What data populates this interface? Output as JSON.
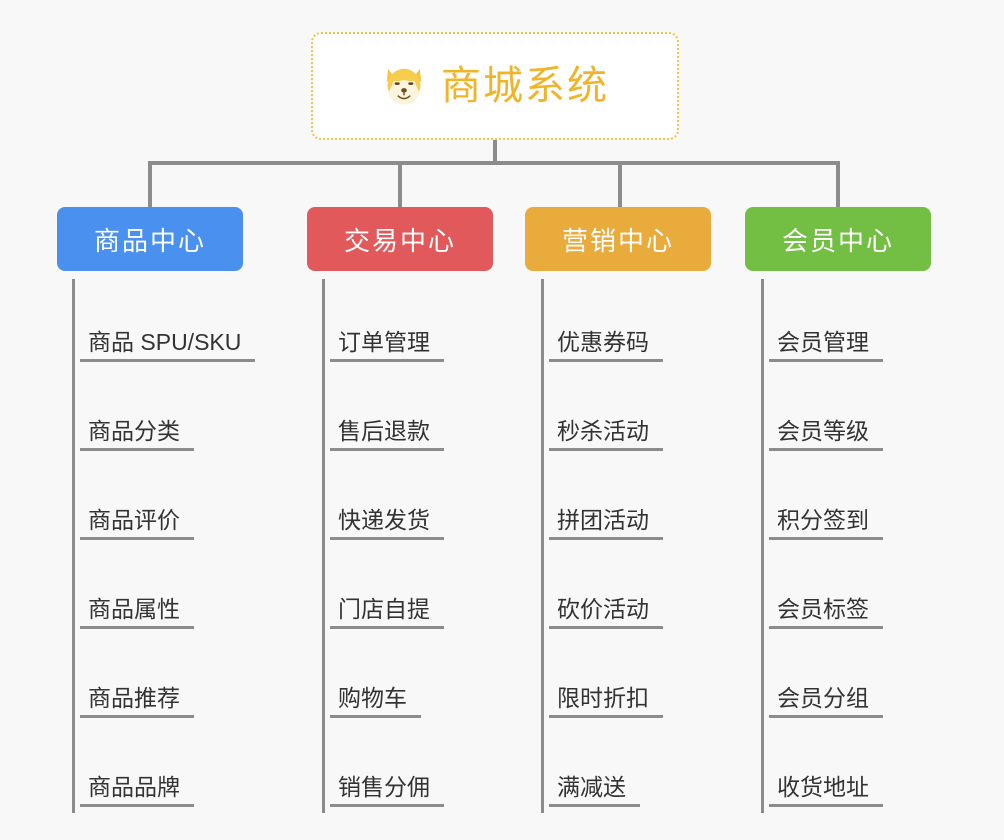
{
  "background_color": "#f8f8f8",
  "connector_color": "#8c8c8c",
  "root": {
    "icon": "dog-face-emoji",
    "title": "商城系统",
    "border_color": "#f0c14b",
    "text_color": "#f0b429",
    "background_color": "#ffffff"
  },
  "branches": [
    {
      "label": "商品中心",
      "color": "#4a90ee",
      "items": [
        "商品 SPU/SKU",
        "商品分类",
        "商品评价",
        "商品属性",
        "商品推荐",
        "商品品牌"
      ]
    },
    {
      "label": "交易中心",
      "color": "#e2595b",
      "items": [
        "订单管理",
        "售后退款",
        "快递发货",
        "门店自提",
        "购物车",
        "销售分佣"
      ]
    },
    {
      "label": "营销中心",
      "color": "#eaab3d",
      "items": [
        "优惠券码",
        "秒杀活动",
        "拼团活动",
        "砍价活动",
        "限时折扣",
        "满减送"
      ]
    },
    {
      "label": "会员中心",
      "color": "#73bf44",
      "items": [
        "会员管理",
        "会员等级",
        "积分签到",
        "会员标签",
        "会员分组",
        "收货地址"
      ]
    }
  ]
}
